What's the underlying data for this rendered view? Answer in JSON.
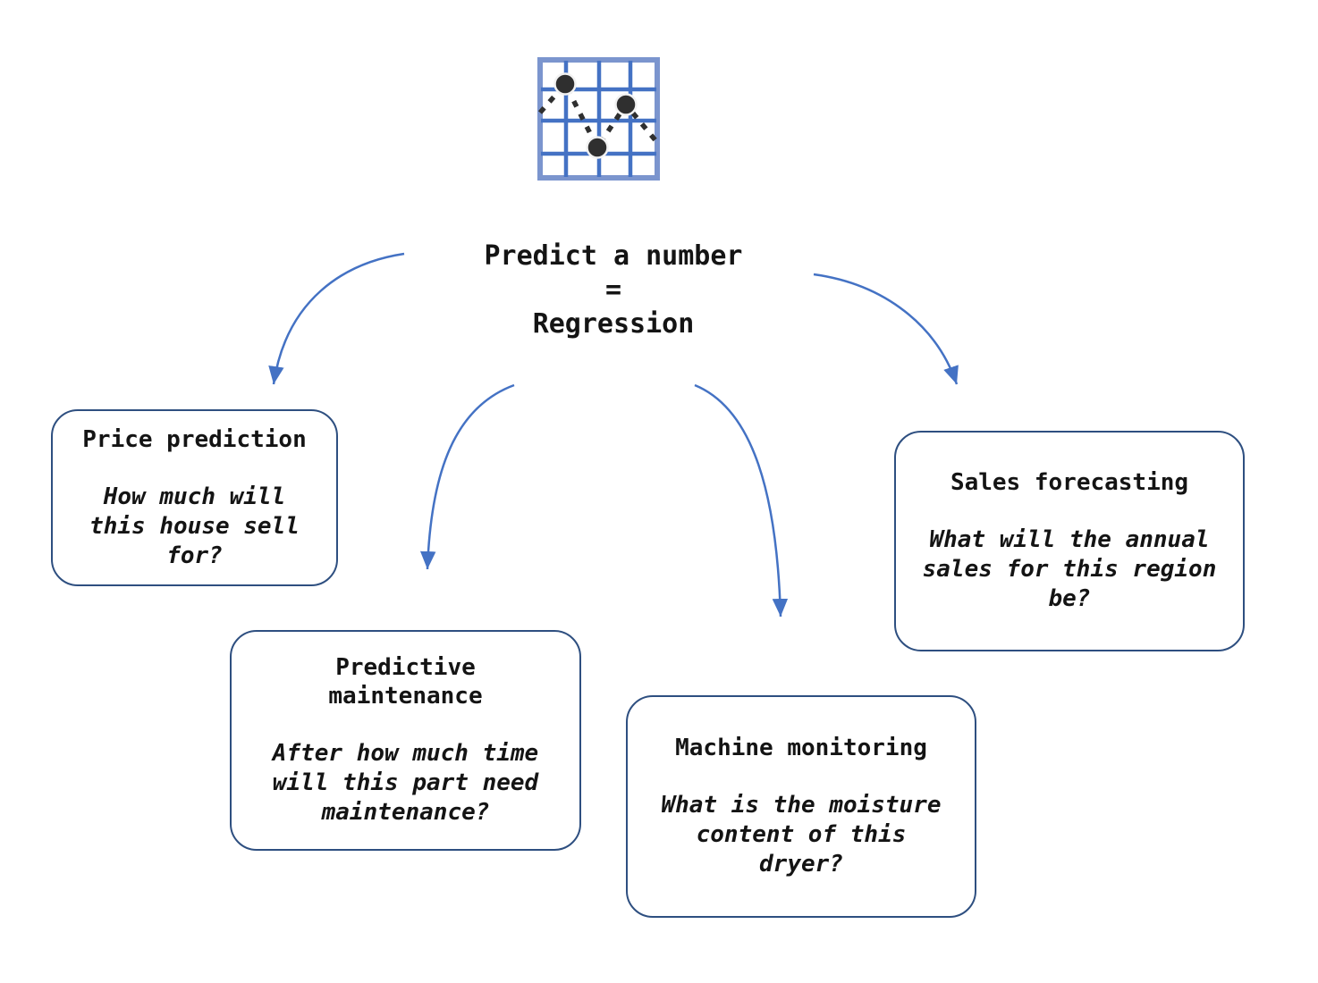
{
  "colors": {
    "arrow_blue": "#4472C4",
    "box_border_navy": "#2E4F80",
    "icon_grid_blue": "#4472C4",
    "icon_border_blue": "#7B95CE",
    "icon_dot_dark": "#2F2F2F",
    "text": "#141414"
  },
  "icon": {
    "name": "line-chart-grid-icon"
  },
  "center": {
    "heading": "Predict a number\n=\nRegression"
  },
  "boxes": [
    {
      "id": "price-prediction",
      "title": "Price prediction",
      "question": "How much will\nthis house sell\nfor?"
    },
    {
      "id": "predictive-maintenance",
      "title": "Predictive\nmaintenance",
      "question": "After how much time\nwill this part need\nmaintenance?"
    },
    {
      "id": "machine-monitoring",
      "title": "Machine monitoring",
      "question": "What is the moisture\ncontent of this\ndryer?"
    },
    {
      "id": "sales-forecasting",
      "title": "Sales forecasting",
      "question": "What will the annual\nsales for this region\nbe?"
    }
  ]
}
